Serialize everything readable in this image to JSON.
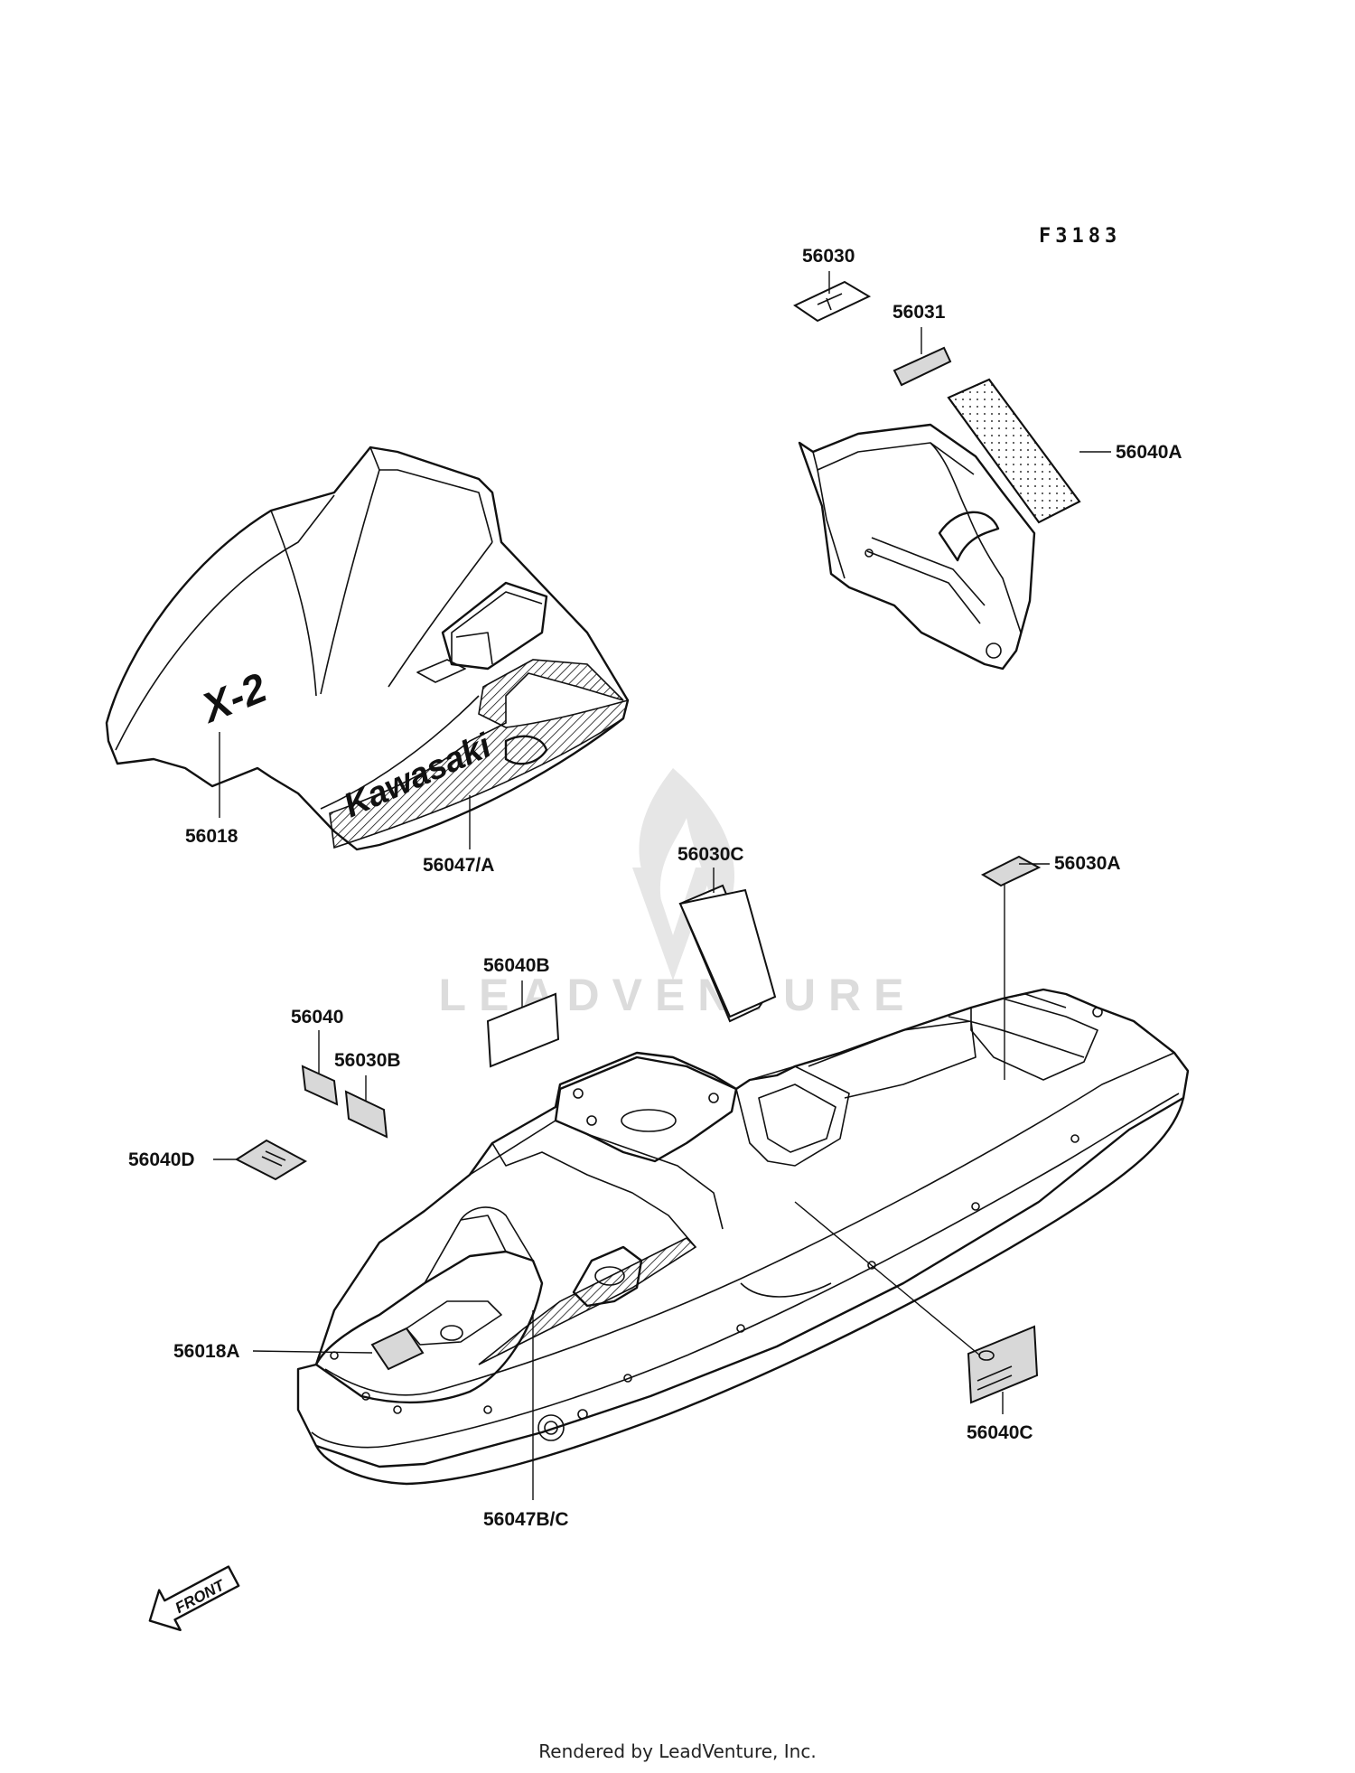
{
  "diagram_code": "F3183",
  "labels": {
    "p56030": "56030",
    "p56031": "56031",
    "p56040A": "56040A",
    "p56018": "56018",
    "p56047A": "56047/A",
    "p56030C": "56030C",
    "p56030A": "56030A",
    "p56040B": "56040B",
    "p56040": "56040",
    "p56030B": "56030B",
    "p56040D": "56040D",
    "p56018A": "56018A",
    "p56040C": "56040C",
    "p56047BC": "56047B/C"
  },
  "hood_logos": {
    "model": "X-2",
    "brand": "Kawasaki"
  },
  "front_arrow": "FRONT",
  "watermark": "LEADVENTURE",
  "footer": "Rendered by LeadVenture, Inc.",
  "colors": {
    "ink": "#111111",
    "paper": "#ffffff",
    "watermark": "#dcdcdc"
  }
}
